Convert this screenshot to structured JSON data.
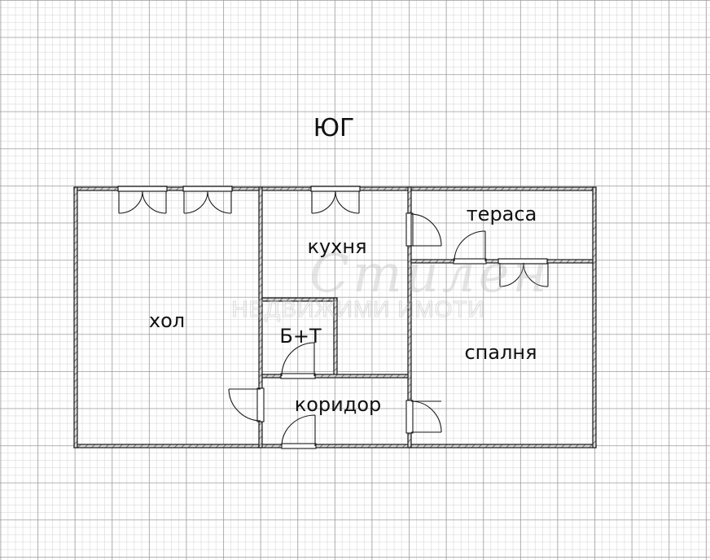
{
  "plan": {
    "orientation_label": "ЮГ",
    "rooms": [
      {
        "id": "hall",
        "label": "хол"
      },
      {
        "id": "kitchen",
        "label": "кухня"
      },
      {
        "id": "terrace",
        "label": "тераса"
      },
      {
        "id": "bathroom",
        "label": "Б+Т"
      },
      {
        "id": "corridor",
        "label": "коридор"
      },
      {
        "id": "bedroom",
        "label": "спалня"
      }
    ],
    "watermark": {
      "logo_script": "Стилен",
      "company_text": "НЕДВИЖИМИ ИМОТИ"
    }
  },
  "colors": {
    "background": "#ffffff",
    "grid_minor": "#cfcfcf",
    "grid_major": "#9a9a9a",
    "wall": "#1a1a1a",
    "text": "#111111"
  }
}
